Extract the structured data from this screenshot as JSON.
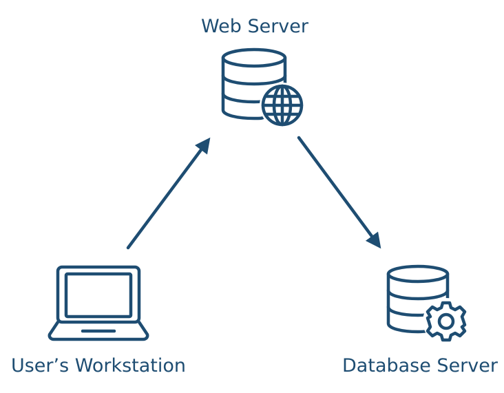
{
  "colors": {
    "primary": "#1e4d72",
    "background": "#ffffff"
  },
  "nodes": {
    "web_server": {
      "label": "Web Server",
      "icon": "database-globe-icon"
    },
    "workstation": {
      "label": "User’s Workstation",
      "icon": "laptop-icon"
    },
    "db_server": {
      "label": "Database Server",
      "icon": "database-gear-icon"
    }
  },
  "edges": [
    {
      "from": "workstation",
      "to": "web_server"
    },
    {
      "from": "web_server",
      "to": "db_server"
    }
  ]
}
